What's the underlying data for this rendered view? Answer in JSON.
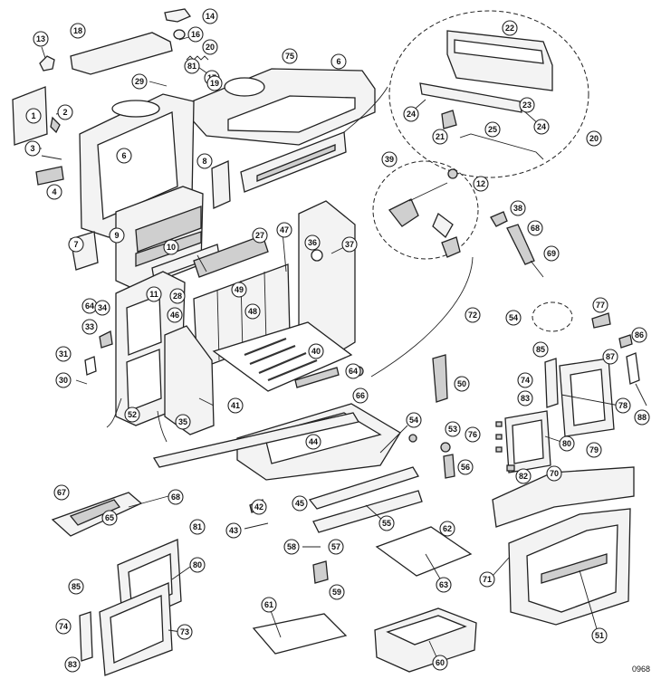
{
  "figure_code": "0968",
  "callouts": [
    {
      "key": "c13",
      "label": "13"
    },
    {
      "key": "c18",
      "label": "18"
    },
    {
      "key": "c14",
      "label": "14"
    },
    {
      "key": "c16",
      "label": "16"
    },
    {
      "key": "c81a",
      "label": "81"
    },
    {
      "key": "c20",
      "label": "20"
    },
    {
      "key": "c17",
      "label": "17"
    },
    {
      "key": "c19",
      "label": "19"
    },
    {
      "key": "c29",
      "label": "29"
    },
    {
      "key": "c75",
      "label": "75"
    },
    {
      "key": "c6a",
      "label": "6"
    },
    {
      "key": "c22",
      "label": "22"
    },
    {
      "key": "c1",
      "label": "1"
    },
    {
      "key": "c2",
      "label": "2"
    },
    {
      "key": "c6b",
      "label": "6"
    },
    {
      "key": "c3",
      "label": "3"
    },
    {
      "key": "c4",
      "label": "4"
    },
    {
      "key": "c8",
      "label": "8"
    },
    {
      "key": "c23",
      "label": "23"
    },
    {
      "key": "c24a",
      "label": "24"
    },
    {
      "key": "c24b",
      "label": "24"
    },
    {
      "key": "c21",
      "label": "21"
    },
    {
      "key": "c25",
      "label": "25"
    },
    {
      "key": "c20b",
      "label": "20"
    },
    {
      "key": "c39",
      "label": "39"
    },
    {
      "key": "c12",
      "label": "12"
    },
    {
      "key": "c38",
      "label": "38"
    },
    {
      "key": "c68",
      "label": "68"
    },
    {
      "key": "c69",
      "label": "69"
    },
    {
      "key": "c7",
      "label": "7"
    },
    {
      "key": "c9",
      "label": "9"
    },
    {
      "key": "c10",
      "label": "10"
    },
    {
      "key": "c27",
      "label": "27"
    },
    {
      "key": "c47",
      "label": "47"
    },
    {
      "key": "c36",
      "label": "36"
    },
    {
      "key": "c37",
      "label": "37"
    },
    {
      "key": "c11",
      "label": "11"
    },
    {
      "key": "c28",
      "label": "28"
    },
    {
      "key": "c49",
      "label": "49"
    },
    {
      "key": "c64a",
      "label": "64"
    },
    {
      "key": "c34",
      "label": "34"
    },
    {
      "key": "c46a",
      "label": "46"
    },
    {
      "key": "c48",
      "label": "48"
    },
    {
      "key": "c72",
      "label": "72"
    },
    {
      "key": "c54a",
      "label": "54"
    },
    {
      "key": "c77",
      "label": "77"
    },
    {
      "key": "c33",
      "label": "33"
    },
    {
      "key": "c40",
      "label": "40"
    },
    {
      "key": "c86",
      "label": "86"
    },
    {
      "key": "c31",
      "label": "31"
    },
    {
      "key": "c85a",
      "label": "85"
    },
    {
      "key": "c87",
      "label": "87"
    },
    {
      "key": "c30",
      "label": "30"
    },
    {
      "key": "c64b",
      "label": "64"
    },
    {
      "key": "c74a",
      "label": "74"
    },
    {
      "key": "c50",
      "label": "50"
    },
    {
      "key": "c41",
      "label": "41"
    },
    {
      "key": "c66",
      "label": "66"
    },
    {
      "key": "c83a",
      "label": "83"
    },
    {
      "key": "c78",
      "label": "78"
    },
    {
      "key": "c52",
      "label": "52"
    },
    {
      "key": "c35",
      "label": "35"
    },
    {
      "key": "c88",
      "label": "88"
    },
    {
      "key": "c54b",
      "label": "54"
    },
    {
      "key": "c53",
      "label": "53"
    },
    {
      "key": "c76",
      "label": "76"
    },
    {
      "key": "c44",
      "label": "44"
    },
    {
      "key": "c80a",
      "label": "80"
    },
    {
      "key": "c79",
      "label": "79"
    },
    {
      "key": "c56",
      "label": "56"
    },
    {
      "key": "c82",
      "label": "82"
    },
    {
      "key": "c70",
      "label": "70"
    },
    {
      "key": "c67",
      "label": "67"
    },
    {
      "key": "c68b",
      "label": "68"
    },
    {
      "key": "c45",
      "label": "45"
    },
    {
      "key": "c42",
      "label": "42"
    },
    {
      "key": "c65",
      "label": "65"
    },
    {
      "key": "c55",
      "label": "55"
    },
    {
      "key": "c43",
      "label": "43"
    },
    {
      "key": "c62",
      "label": "62"
    },
    {
      "key": "c81b",
      "label": "81"
    },
    {
      "key": "c58",
      "label": "58"
    },
    {
      "key": "c57",
      "label": "57"
    },
    {
      "key": "c80b",
      "label": "80"
    },
    {
      "key": "c63",
      "label": "63"
    },
    {
      "key": "c71",
      "label": "71"
    },
    {
      "key": "c85b",
      "label": "85"
    },
    {
      "key": "c59",
      "label": "59"
    },
    {
      "key": "c61a",
      "label": "61"
    },
    {
      "key": "c74b",
      "label": "74"
    },
    {
      "key": "c73",
      "label": "73"
    },
    {
      "key": "c60",
      "label": "60"
    },
    {
      "key": "c51",
      "label": "51"
    },
    {
      "key": "c83b",
      "label": "83"
    }
  ]
}
